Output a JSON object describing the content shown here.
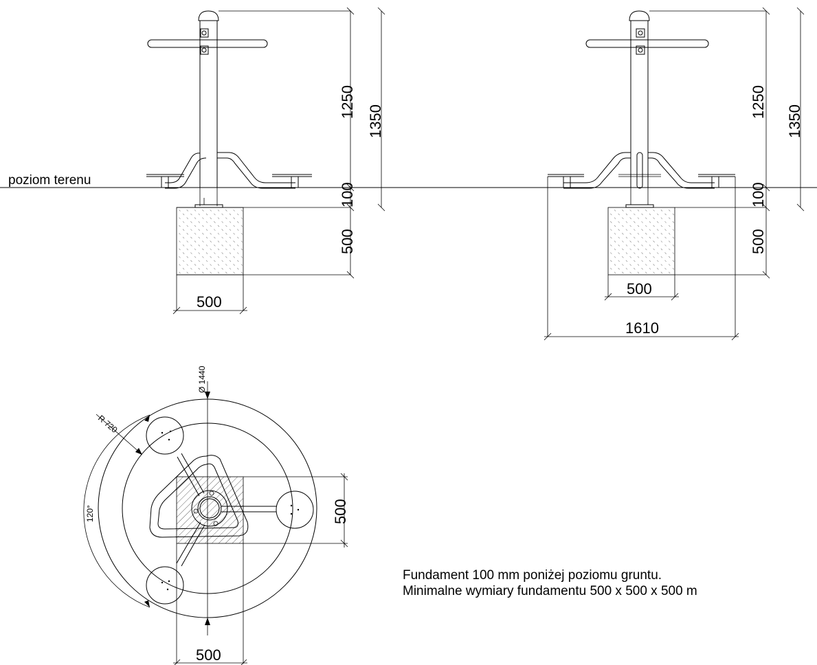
{
  "ground_label": "poziom terenu",
  "side_view": {
    "dim_height_inner": "1250",
    "dim_height_total": "1350",
    "dim_depth_below_ground": "100",
    "dim_foundation_depth": "500",
    "dim_foundation_width": "500"
  },
  "front_view": {
    "dim_height_inner": "1250",
    "dim_height_total": "1350",
    "dim_depth_below_ground": "100",
    "dim_foundation_depth": "500",
    "dim_foundation_width": "500",
    "dim_overall_width": "1610"
  },
  "plan_view": {
    "dim_diameter": "Ø 1440",
    "dim_radius": "R 720",
    "dim_angle": "120°",
    "dim_foundation_side": "500",
    "dim_foundation_bottom": "500"
  },
  "notes": {
    "line1": "Fundament 100 mm poniżej poziomu gruntu.",
    "line2": "Minimalne wymiary fundamentu 500 x 500 x 500 m"
  }
}
